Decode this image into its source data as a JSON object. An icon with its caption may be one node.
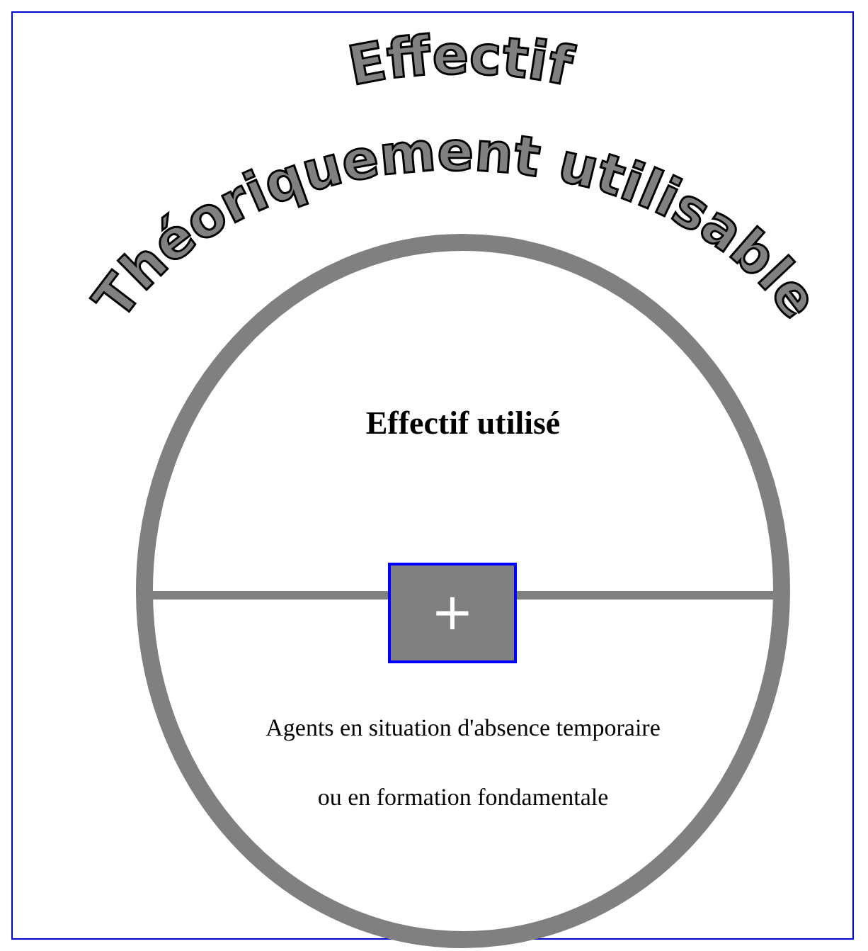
{
  "diagram": {
    "nodes": [
      {
        "text": [
          "Effectif Théoriquement utilisable"
        ]
      },
      {
        "text": [
          "Effectif utilisé"
        ],
        "in": 0
      },
      {
        "text": [
          "Agents en situation d'absence temporaire ou en formation fondamentale"
        ],
        "in": 0
      },
      {
        "text": [
          "+"
        ],
        "in": 0
      }
    ]
  }
}
